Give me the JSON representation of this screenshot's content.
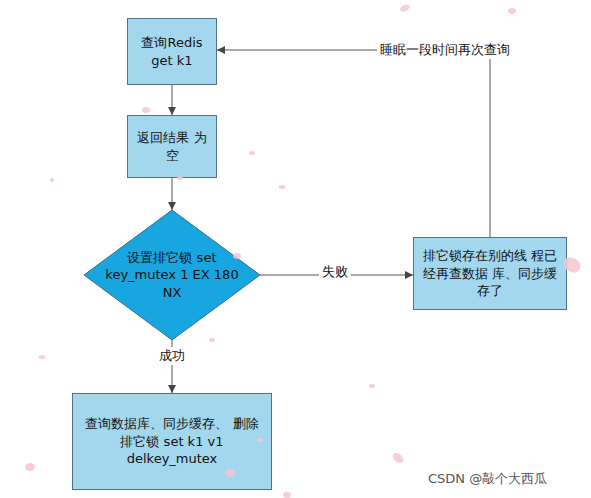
{
  "diagram": {
    "nodes": [
      {
        "text": [
          "查询Redis get k1"
        ]
      },
      {
        "text": [
          "返回结果 为空"
        ]
      },
      {
        "text": [
          "设置排它锁 set key_mutex 1 EX 180 NX"
        ]
      },
      {
        "text": [
          "排它锁存在别的线 程已经再查数据 库、同步缓存了"
        ]
      },
      {
        "text": [
          "查询数据库、同步缓存、 删除排它锁 set k1 v1 delkey_mutex"
        ]
      }
    ],
    "edges": [
      {
        "from": 0,
        "to": 1,
        "arrow": "to"
      },
      {
        "from": 1,
        "to": 2,
        "arrow": "to"
      },
      {
        "from": 2,
        "to": 3,
        "label": "失败",
        "arrow": "to"
      },
      {
        "from": 2,
        "to": 4,
        "label": "成功",
        "arrow": "to"
      },
      {
        "from": 3,
        "to": 0,
        "label": "睡眠一段时间再次查询",
        "arrow": "to"
      }
    ],
    "labels": [
      "CSDN @敲个大西瓜"
    ]
  }
}
